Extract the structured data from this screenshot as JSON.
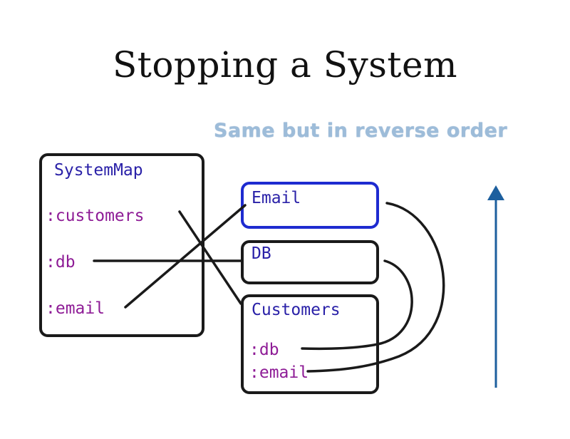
{
  "title": "Stopping a System",
  "subtitle": "Same but in reverse order",
  "system_map": {
    "name": "SystemMap",
    "keys": [
      ":customers",
      ":db",
      ":email"
    ]
  },
  "components": {
    "email": {
      "name": "Email"
    },
    "db": {
      "name": "DB"
    },
    "customers": {
      "name": "Customers",
      "deps": [
        ":db",
        ":email"
      ]
    }
  },
  "colors": {
    "component_name": "#2a21a8",
    "keyword": "#8e1c96",
    "email_border": "#1e2bd0",
    "arrow": "#1d5f9e",
    "subtitle": "#9dbcd9"
  },
  "icons": {
    "order_arrow": "arrow-up-icon"
  }
}
